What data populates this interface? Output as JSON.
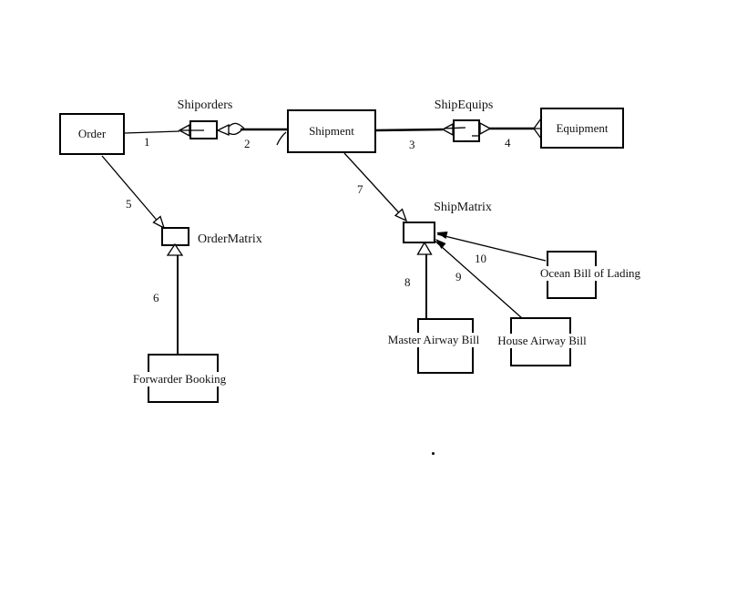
{
  "diagram": {
    "background": "#ffffff",
    "line_color": "#000000",
    "entities": {
      "order": "Order",
      "shipment": "Shipment",
      "equipment": "Equipment",
      "order_matrix": "OrderMatrix",
      "ship_matrix": "ShipMatrix",
      "forwarder_booking": "Forwarder Booking",
      "master_airway_bill": "Master Airway Bill",
      "house_airway_bill": "House Airway Bill",
      "ocean_bill_of_lading": "Ocean Bill of Lading"
    },
    "relationships": {
      "shiporders": "Shiporders",
      "shipequips": "ShipEquips"
    },
    "edge_numbers": [
      "1",
      "2",
      "3",
      "4",
      "5",
      "6",
      "7",
      "8",
      "9",
      "10"
    ]
  }
}
